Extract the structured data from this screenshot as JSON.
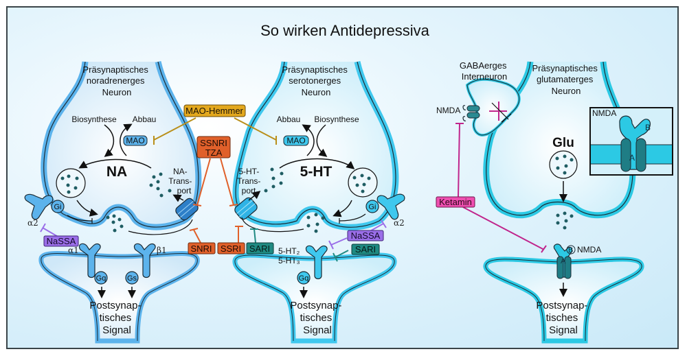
{
  "title": "So wirken Antidepressiva",
  "colors": {
    "na_membrane": "#5cb3ec",
    "ht_membrane": "#3fc8ee",
    "glu_membrane": "#2cc9e4",
    "mao_hemmer": "#e3a81e",
    "snri_group": "#e0602a",
    "nassa": "#9a6ee8",
    "sari": "#1f8a82",
    "ketamin": "#ee4fb0",
    "vesicle_dot": "#1f5d63"
  },
  "neurons": {
    "noradrenergic": {
      "label_lines": [
        "Präsynaptisches",
        "noradrenerges",
        "Neuron"
      ],
      "transmitter": "NA",
      "biosynthese": "Biosynthese",
      "abbau": "Abbau",
      "enzyme": "MAO",
      "transport_lines": [
        "NA-",
        "Trans-",
        "port"
      ],
      "autoreceptor": "α2",
      "gprotein_pre": "Gi",
      "post_receptors": [
        {
          "name": "α1",
          "gprotein": "Gq"
        },
        {
          "name": "β1",
          "gprotein": "Gs"
        }
      ],
      "post_label_lines": [
        "Postsynap-",
        "tisches",
        "Signal"
      ]
    },
    "serotonergic": {
      "label_lines": [
        "Präsynaptisches",
        "serotonerges",
        "Neuron"
      ],
      "transmitter": "5-HT",
      "biosynthese": "Biosynthese",
      "abbau": "Abbau",
      "enzyme": "MAO",
      "transport_lines": [
        "5-HT-",
        "Trans-",
        "port"
      ],
      "autoreceptor": "α2",
      "gprotein_pre": "Gi",
      "post_receptor_lines": [
        "5-HT₂",
        "5-HT₃"
      ],
      "post_gprotein": "Gq",
      "post_label_lines": [
        "Postsynap-",
        "tisches",
        "Signal"
      ]
    },
    "glutamatergic": {
      "label_lines": [
        "Präsynaptisches",
        "glutamaterges",
        "Neuron"
      ],
      "transmitter": "Glu",
      "interneuron_lines": [
        "GABAerges",
        "Interneuron"
      ],
      "interneuron_receptor": "NMDA",
      "post_receptor": "NMDA",
      "subunit_a": "A",
      "subunit_b": "B",
      "inset_title": "NMDA",
      "post_label_lines": [
        "Postsynap-",
        "tisches",
        "Signal"
      ]
    }
  },
  "drugs": {
    "mao_hemmer": "MAO-Hemmer",
    "ssnri_tza_lines": [
      "SSNRI",
      "TZA"
    ],
    "snri": "SNRI",
    "ssri": "SSRI",
    "sari": "SARI",
    "nassa": "NaSSA",
    "ketamin": "Ketamin"
  }
}
